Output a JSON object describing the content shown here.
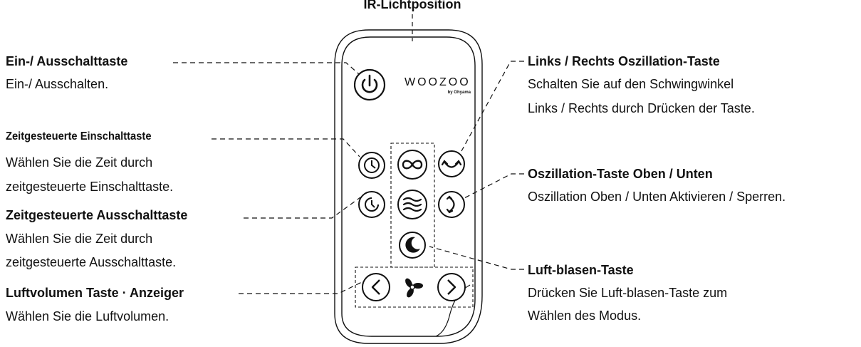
{
  "ir_label": "IR-Lichtposition",
  "brand": {
    "name": "WOOZOO",
    "sub": "by Ohyama"
  },
  "labels": {
    "power": {
      "title": "Ein-/ Ausschalttaste",
      "desc": [
        "Ein-/ Ausschalten."
      ]
    },
    "timer_on": {
      "title": "Zeitgesteuerte Einschalttaste",
      "desc": [
        "Wählen Sie die Zeit durch",
        "zeitgesteuerte Einschalttaste."
      ]
    },
    "timer_off": {
      "title": "Zeitgesteuerte Ausschalttaste",
      "desc": [
        "Wählen Sie die Zeit durch",
        "zeitgesteuerte Ausschalttaste."
      ]
    },
    "volume": {
      "title": "Luftvolumen Taste · Anzeiger",
      "desc": [
        "Wählen Sie die Luftvolumen."
      ]
    },
    "lr_osc": {
      "title": "Links / Rechts Oszillation-Taste",
      "desc": [
        "Schalten Sie auf den Schwingwinkel",
        "Links / Rechts durch Drücken der Taste."
      ]
    },
    "ud_osc": {
      "title": "Oszillation-Taste Oben / Unten",
      "desc": [
        "Oszillation Oben / Unten Aktivieren / Sperren."
      ]
    },
    "air_mode": {
      "title": "Luft-blasen-Taste",
      "desc": [
        "Drücken Sie Luft-blasen-Taste zum",
        "Wählen des Modus."
      ]
    }
  },
  "colors": {
    "line": "#111111",
    "background": "#ffffff"
  }
}
